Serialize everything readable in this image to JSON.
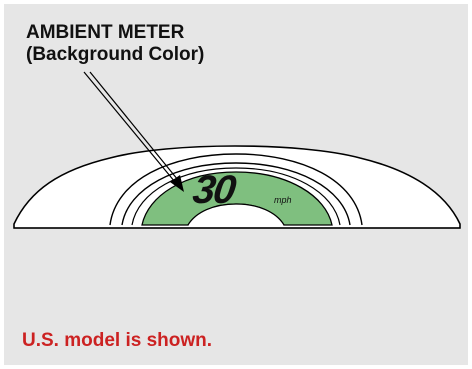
{
  "callout": {
    "line1": "AMBIENT METER",
    "line2": "(Background Color)"
  },
  "meter": {
    "speed_value": "30",
    "speed_unit": "mph",
    "ambient_color": "#7fbf7f"
  },
  "caption": "U.S. model is shown.",
  "colors": {
    "background": "#e6e6e6",
    "caption": "#cc2222",
    "dash_fill": "#ffffff",
    "outline": "#000000"
  }
}
